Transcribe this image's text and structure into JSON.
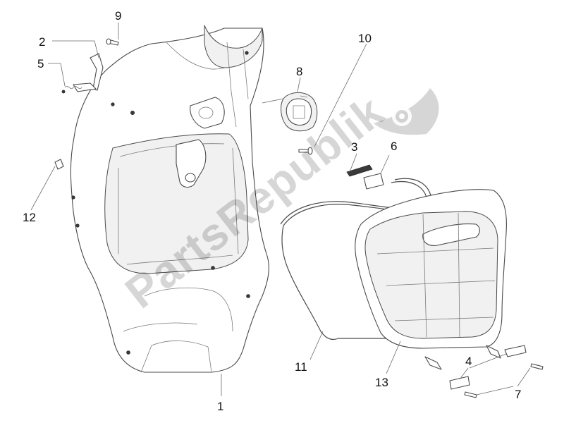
{
  "diagram": {
    "callouts": [
      {
        "id": "c1",
        "label": "1"
      },
      {
        "id": "c2",
        "label": "2"
      },
      {
        "id": "c3",
        "label": "3"
      },
      {
        "id": "c4",
        "label": "4"
      },
      {
        "id": "c5",
        "label": "5"
      },
      {
        "id": "c6",
        "label": "6"
      },
      {
        "id": "c7",
        "label": "7"
      },
      {
        "id": "c8",
        "label": "8"
      },
      {
        "id": "c9",
        "label": "9"
      },
      {
        "id": "c10",
        "label": "10"
      },
      {
        "id": "c11",
        "label": "11"
      },
      {
        "id": "c12",
        "label": "12"
      },
      {
        "id": "c13",
        "label": "13"
      }
    ],
    "watermark": {
      "text": "PartsRepublik",
      "logo": "gear-flag-icon"
    },
    "colors": {
      "line": "#4a4a4a",
      "label": "#111111",
      "watermark": "#d4d4d4"
    }
  }
}
